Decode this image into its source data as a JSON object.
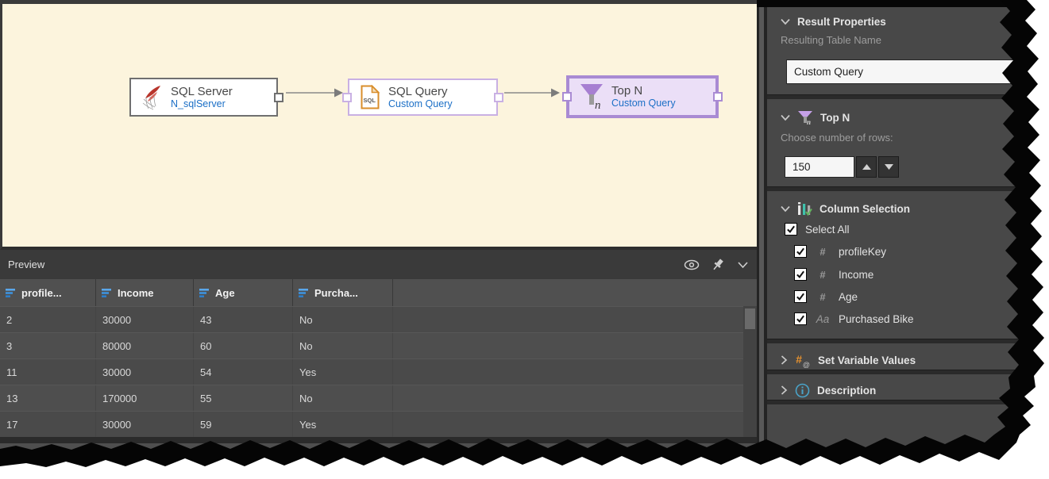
{
  "palette": {
    "canvas_bg": "#fcf4dd",
    "accent_purple": "#a98bd3",
    "selection_fill": "#ebdff7",
    "link_blue": "#1b6fc6",
    "panel_bg": "#484848",
    "filter_icon_blue": "#3e92dd",
    "orange": "#d98e2b",
    "teal": "#3fc1ad"
  },
  "canvas": {
    "nodes": [
      {
        "title": "SQL Server",
        "subtitle": "N_sqlServer"
      },
      {
        "title": "SQL Query",
        "subtitle": "Custom Query",
        "icon_label": "SQL"
      },
      {
        "title": "Top N",
        "subtitle": "Custom Query",
        "icon_label": "n"
      }
    ]
  },
  "preview": {
    "title": "Preview",
    "columns": [
      "profile...",
      "Income",
      "Age",
      "Purcha..."
    ],
    "rows": [
      [
        "2",
        "30000",
        "43",
        "No"
      ],
      [
        "3",
        "80000",
        "60",
        "No"
      ],
      [
        "11",
        "30000",
        "54",
        "Yes"
      ],
      [
        "13",
        "170000",
        "55",
        "No"
      ],
      [
        "17",
        "30000",
        "59",
        "Yes"
      ]
    ]
  },
  "inspector": {
    "result_properties": {
      "title": "Result Properties",
      "field_label": "Resulting Table Name",
      "field_value": "Custom Query"
    },
    "top_n": {
      "title": "Top N",
      "icon_label": "n",
      "rows_label": "Choose number of rows:",
      "rows_value": "150"
    },
    "column_selection": {
      "title": "Column Selection",
      "select_all_label": "Select All",
      "items": [
        {
          "type": "#",
          "name": "profileKey"
        },
        {
          "type": "#",
          "name": "Income"
        },
        {
          "type": "#",
          "name": "Age"
        },
        {
          "type": "Aa",
          "name": "Purchased Bike"
        }
      ]
    },
    "set_variable_values": {
      "title": "Set Variable Values"
    },
    "description": {
      "title": "Description"
    }
  }
}
